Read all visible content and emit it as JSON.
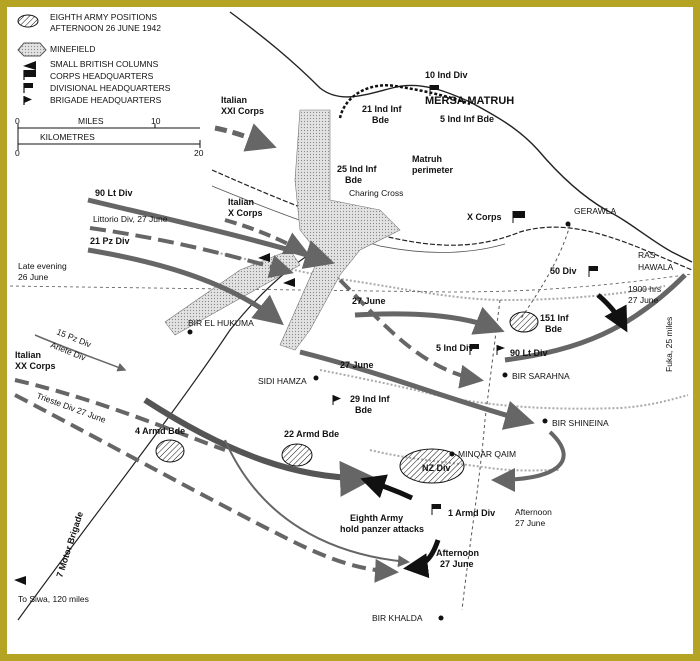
{
  "legend": {
    "items": [
      "EIGHTH ARMY POSITIONS",
      "AFTERNOON 26 JUNE 1942",
      "MINEFIELD",
      "SMALL BRITISH COLUMNS",
      "CORPS HEADQUARTERS",
      "DIVISIONAL HEADQUARTERS",
      "BRIGADE HEADQUARTERS"
    ],
    "miles_label": "MILES",
    "miles_ticks": [
      "0",
      "10"
    ],
    "km_label": "KILOMETRES",
    "km_ticks": [
      "0",
      "20"
    ]
  },
  "labels": {
    "mersa": "MERSA MATRUH",
    "ind10": "10 Ind Div",
    "inf21a": "21 Ind Inf",
    "inf21b": "Bde",
    "inf5": "5 Ind Inf Bde",
    "inf25a": "25 Ind Inf",
    "inf25b": "Bde",
    "matruh_a": "Matruh",
    "matruh_b": "perimeter",
    "charing": "Charing Cross",
    "xcorps": "X Corps",
    "gerawla": "GERAWLA",
    "ras_a": "RAS",
    "ras_b": "HAWALA",
    "div50": "50 Div",
    "hrs_a": "1900 hrs",
    "hrs_b": "27 June",
    "fuka": "Fuka, 25 miles",
    "inf151a": "151 Inf",
    "inf151b": "Bde",
    "ital21a": "Italian",
    "ital21b": "XXI Corps",
    "italxa": "Italian",
    "italxb": "X Corps",
    "lt90": "90 Lt Div",
    "littorio": "Littorio Div, 27 June",
    "pz21": "21 Pz Div",
    "late_a": "Late evening",
    "late_b": "26 June",
    "june27a": "27 June",
    "june27b": "27 June",
    "pz15": "15 Pz Div",
    "ariete": "Ariete Div",
    "italxxa": "Italian",
    "italxxb": "XX Corps",
    "trieste": "Trieste Div 27 June",
    "hukuma": "BIR EL HUKUMA",
    "hamza": "SIDI HAMZA",
    "ind5": "5 Ind Div",
    "lt90b": "90 Lt Div",
    "sarahna": "BIR SARAHNA",
    "inf29a": "29 Ind Inf",
    "inf29b": "Bde",
    "shineina": "BIR SHINEINA",
    "armd4": "4 Armd Bde",
    "armd22": "22 Armd Bde",
    "minqar": "MINQAR QAIM",
    "nz": "NZ Div",
    "aft1a": "Afternoon",
    "aft1b": "27 June",
    "armd1": "1 Armd Div",
    "eighth_a": "Eighth Army",
    "eighth_b": "hold panzer attacks",
    "aft2a": "Afternoon",
    "aft2b": "27 June",
    "motor7": "7 Motor Brigade",
    "siwa": "To Siwa, 120 miles",
    "khalda": "BIR KHALDA"
  },
  "colors": {
    "frame": "#b5a323",
    "axis": "#666666",
    "british": "#111111",
    "minefield": "#d3d3d3"
  }
}
